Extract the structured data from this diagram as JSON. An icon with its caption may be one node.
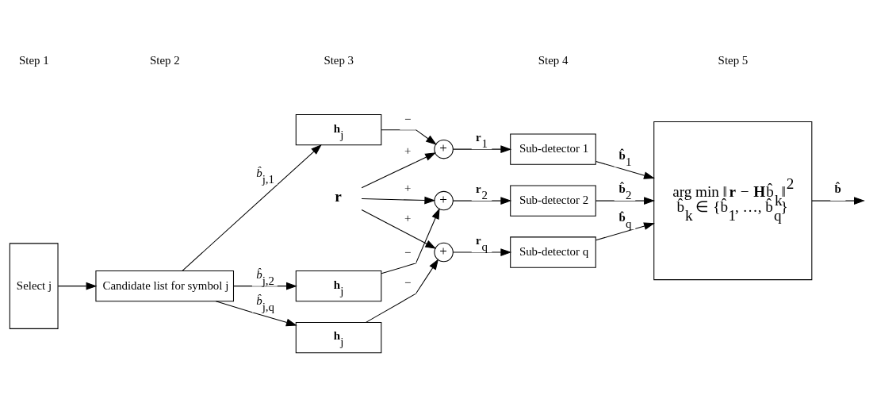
{
  "diagram": {
    "nodes": [
      {
        "text": [
          "**r**"
        ]
      },
      {
        "text": [
          "Select j"
        ]
      },
      {
        "text": [
          "Candidate list for symbol j"
        ]
      },
      {
        "text": [
          "**h**$_{j}$"
        ]
      },
      {
        "text": [
          "**h**$_{j}$"
        ]
      },
      {
        "text": [
          "**h**$_{j}$"
        ]
      },
      {
        "text": [
          "+"
        ]
      },
      {
        "text": [
          "+"
        ]
      },
      {
        "text": [
          "+"
        ]
      },
      {
        "text": [
          "Sub-detector 1"
        ]
      },
      {
        "text": [
          "Sub-detector 2"
        ]
      },
      {
        "text": [
          "Sub-detector q"
        ]
      },
      {
        "text": [
          "arg min ‖**r** − **H**b̂$_{k}$‖$^{2}$",
          "b̂$_{k}$ ∈ {b̂$_{1}$, …, b̂$_{q}$}"
        ]
      }
    ],
    "edges": [
      {
        "from": 1,
        "to": 2,
        "arrow": "to"
      },
      {
        "from": 2,
        "to": 3,
        "arrow": "to",
        "label": "*b̂*$_{j,1}$"
      },
      {
        "from": 2,
        "to": 4,
        "arrow": "to",
        "label": "*b̂*$_{j,2}$"
      },
      {
        "from": 2,
        "to": 5,
        "arrow": "to",
        "label": "*b̂*$_{j,q}$"
      },
      {
        "from": 0,
        "to": 6,
        "arrow": "to",
        "label": "+"
      },
      {
        "from": 3,
        "to": 6,
        "arrow": "to",
        "label": "−"
      },
      {
        "from": 0,
        "to": 7,
        "arrow": "to",
        "label": "+"
      },
      {
        "from": 4,
        "to": 7,
        "arrow": "to",
        "label": "−"
      },
      {
        "from": 0,
        "to": 8,
        "arrow": "to",
        "label": "+"
      },
      {
        "from": 5,
        "to": 8,
        "arrow": "to",
        "label": "−"
      },
      {
        "from": 6,
        "to": 9,
        "arrow": "to",
        "label": "**r**$_{1}$"
      },
      {
        "from": 7,
        "to": 10,
        "arrow": "to",
        "label": "**r**$_{2}$"
      },
      {
        "from": 8,
        "to": 11,
        "arrow": "to",
        "label": "**r**$_{q}$"
      },
      {
        "from": 9,
        "to": 12,
        "arrow": "to",
        "label": "**b̂**$_{1}$"
      },
      {
        "from": 10,
        "to": 12,
        "arrow": "to",
        "label": "**b̂**$_{2}$"
      },
      {
        "from": 11,
        "to": 12,
        "arrow": "to",
        "label": "**b̂**$_{q}$"
      },
      {
        "from": 12,
        "to": null,
        "arrow": "to",
        "label": "**b̂**"
      }
    ],
    "labels": [
      "Step 1",
      "Step 2",
      "Step 3",
      "Step 4",
      "Step 5"
    ]
  }
}
